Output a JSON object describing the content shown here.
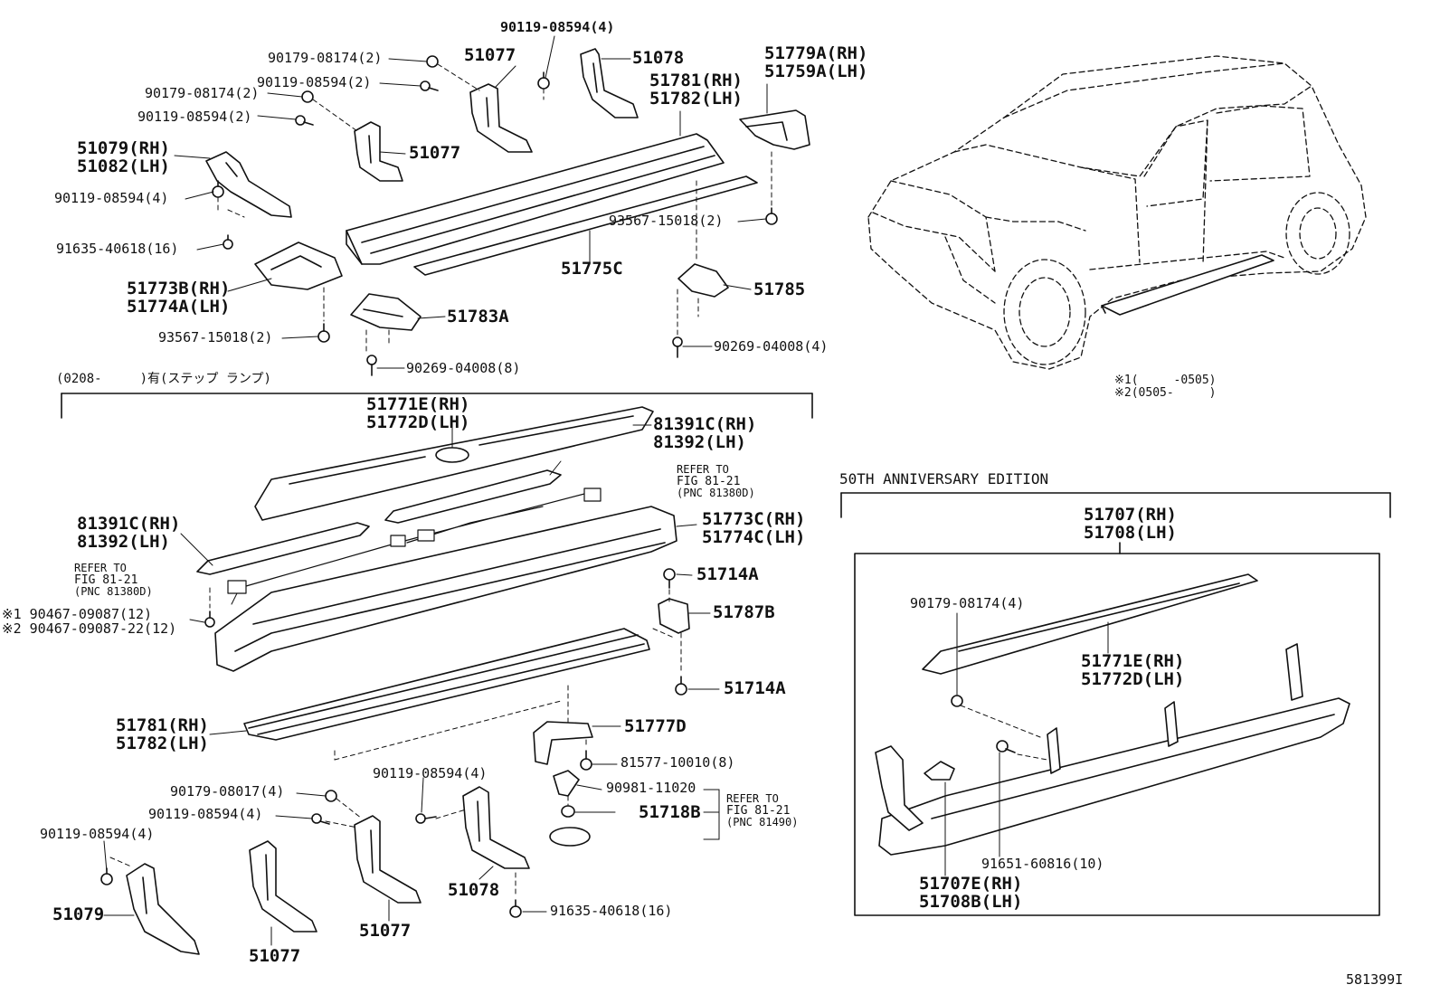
{
  "top": {
    "p90119_08594_4_top": "90119-08594(4)",
    "p90179_08174_2_a": "90179-08174(2)",
    "p90119_08594_2_a": "90119-08594(2)",
    "p90179_08174_2_b": "90179-08174(2)",
    "p90119_08594_2_b": "90119-08594(2)",
    "p51077_a": "51077",
    "p51077_b": "51077",
    "p51078": "51078",
    "p51779A": "51779A(RH)",
    "p51759A": "51759A(LH)",
    "p51781": "51781(RH)",
    "p51782": "51782(LH)",
    "p51079": "51079(RH)",
    "p51082": "51082(LH)",
    "p90119_08594_4_b": "90119-08594(4)",
    "p91635_40618_16": "91635-40618(16)",
    "p51773B": "51773B(RH)",
    "p51774A": "51774A(LH)",
    "p93567_15018_2_a": "93567-15018(2)",
    "p93567_15018_2_b": "93567-15018(2)",
    "p51775C": "51775C",
    "p51785": "51785",
    "p51783A": "51783A",
    "p90269_04008_8": "90269-04008(8)",
    "p90269_04008_4": "90269-04008(4)"
  },
  "notes": {
    "note1": "※1(　　　-0505)",
    "note2": "※2(0505-　　　)"
  },
  "step_lamp": {
    "header": "(0208-　　　)有(ステップ ランプ)",
    "p51771E": "51771E(RH)",
    "p51772D": "51772D(LH)",
    "p81391C_a": "81391C(RH)",
    "p81392_a": "81392(LH)",
    "refer1_l1": "REFER TO",
    "refer1_l2": "FIG 81-21",
    "refer1_l3": "(PNC 81380D)",
    "p51773C": "51773C(RH)",
    "p51774C": "51774C(LH)",
    "p81391C_b": "81391C(RH)",
    "p81392_b": "81392(LH)",
    "refer2_l1": "REFER TO",
    "refer2_l2": "FIG 81-21",
    "refer2_l3": "(PNC 81380D)",
    "p51714A_a": "51714A",
    "p90467_09087_12": "※1 90467-09087(12)",
    "p90467_09087_22_12": "※2 90467-09087-22(12)",
    "p51787B": "51787B",
    "p51714A_b": "51714A",
    "p51781": "51781(RH)",
    "p51782": "51782(LH)",
    "p51777D": "51777D",
    "p81577_10010_8": "81577-10010(8)",
    "p90981_11020": "90981-11020",
    "p51718B": "51718B",
    "refer3_l1": "REFER TO",
    "refer3_l2": "FIG 81-21",
    "refer3_l3": "(PNC 81490)",
    "p90179_08017_4": "90179-08017(4)",
    "p90119_08594_4_a": "90119-08594(4)",
    "p90119_08594_4_b": "90119-08594(4)",
    "p90119_08594_4_c": "90119-08594(4)",
    "p51079": "51079",
    "p51077_a": "51077",
    "p51077_b": "51077",
    "p51078": "51078",
    "p91635_40618_16": "91635-40618(16)"
  },
  "anniversary": {
    "header": "50TH ANNIVERSARY EDITION",
    "p51707": "51707(RH)",
    "p51708": "51708(LH)",
    "p90179_08174_4": "90179-08174(4)",
    "p51771E": "51771E(RH)",
    "p51772D": "51772D(LH)",
    "p91651_60816_10": "91651-60816(10)",
    "p51707E": "51707E(RH)",
    "p51708B": "51708B(LH)"
  },
  "footer": {
    "figure_code": "581399I"
  }
}
